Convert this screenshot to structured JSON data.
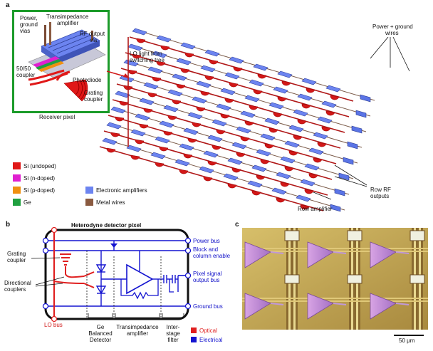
{
  "panels": {
    "a": "a",
    "b": "b",
    "c": "c"
  },
  "panel_a": {
    "inset": {
      "power_ground_vias": [
        "Power,",
        "ground",
        "vias"
      ],
      "transimpedance_amplifier": "Transimpedance",
      "transimpedance_amplifier_2": "amplifier",
      "rf_output_via": [
        "RF output",
        "via"
      ],
      "coupler_5050": [
        "50/50",
        "coupler"
      ],
      "photodiode": "Photodiode",
      "grating_coupler": [
        "Grating",
        "coupler"
      ],
      "caption": "Receiver pixel"
    },
    "array": {
      "lo_light": [
        "LO light from",
        "switching tree"
      ],
      "power_ground_wires": [
        "Power + ground",
        "wires"
      ],
      "row_rf_outputs": [
        "Row RF",
        "outputs"
      ],
      "row_amplifier": "Row amplifier",
      "rows": 8,
      "cols": 9
    },
    "legend": [
      {
        "label": "Si (undoped)",
        "color": "#e01818"
      },
      {
        "label": "Si (n-doped)",
        "color": "#e020d0"
      },
      {
        "label": "Si (p-doped)",
        "color": "#f09010"
      },
      {
        "label": "Ge",
        "color": "#20a040"
      },
      {
        "label": "Electronic amplifiers",
        "color": "#6c84f0"
      },
      {
        "label": "Metal wires",
        "color": "#8a5a40"
      }
    ]
  },
  "panel_b": {
    "title": "Heterodyne detector pixel",
    "grating_coupler": [
      "Grating",
      "coupler"
    ],
    "directional_couplers": [
      "Directional",
      "couplers"
    ],
    "lo_bus": "LO bus",
    "power_bus": "Power bus",
    "block_enable": [
      "Block and",
      "column enable"
    ],
    "pixel_signal": [
      "Pixel signal",
      "output bus"
    ],
    "ground_bus": "Ground bus",
    "sections": {
      "detector": [
        "Ge",
        "Balanced",
        "Detector"
      ],
      "tia": [
        "Transimpedance",
        "amplifier"
      ],
      "filter": [
        "Inter-",
        "stage",
        "filter"
      ]
    },
    "legend": [
      {
        "label": "Optical",
        "color": "#e02020"
      },
      {
        "label": "Electrical",
        "color": "#1414d0"
      }
    ]
  },
  "panel_c": {
    "scalebar": "50 μm"
  }
}
